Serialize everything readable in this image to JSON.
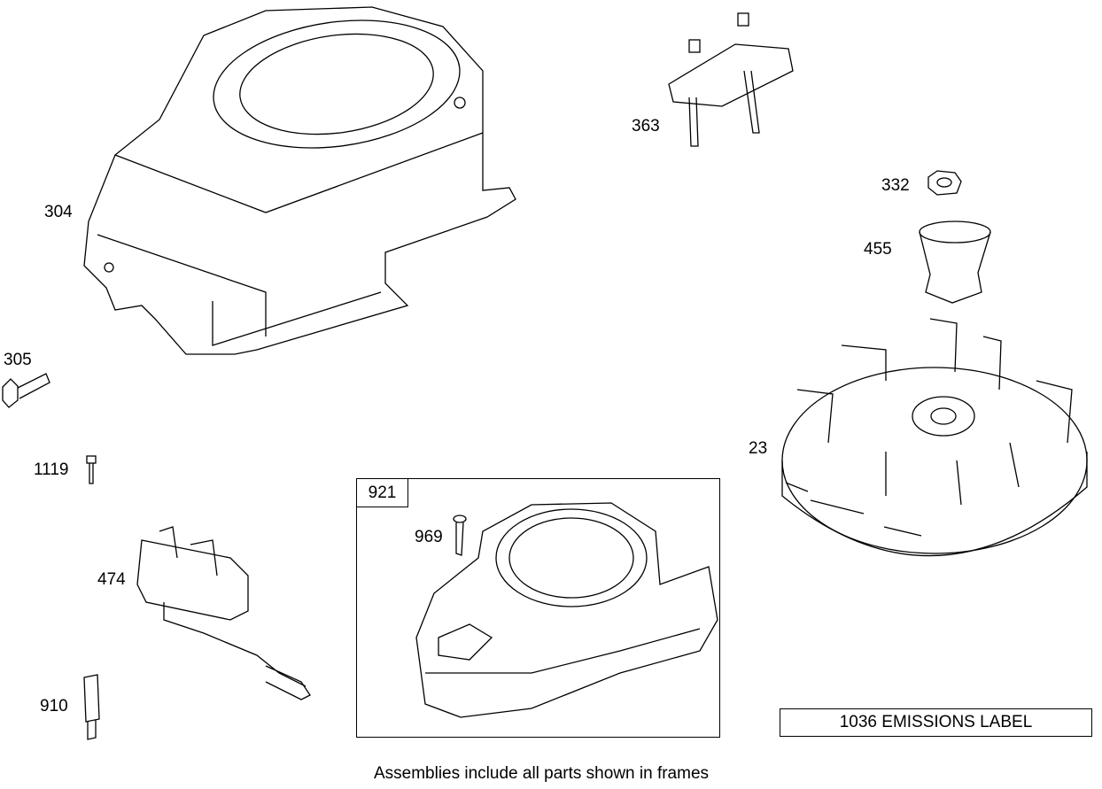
{
  "parts": {
    "p304": "304",
    "p305": "305",
    "p1119": "1119",
    "p474": "474",
    "p910": "910",
    "p969": "969",
    "p363": "363",
    "p332": "332",
    "p455": "455",
    "p23": "23"
  },
  "frame_label": "921",
  "emissions_label": "1036 EMISSIONS LABEL",
  "caption": "Assemblies include all parts shown in frames"
}
